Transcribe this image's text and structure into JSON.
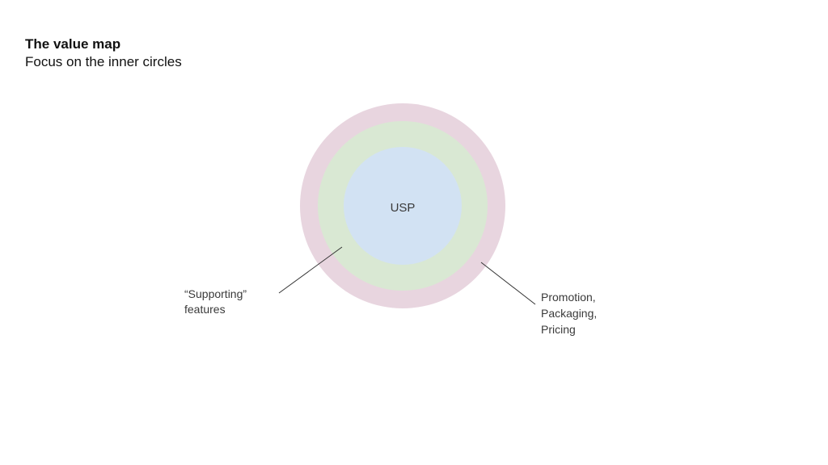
{
  "slide": {
    "title": "The value map",
    "subtitle": "Focus on the inner circles"
  },
  "diagram": {
    "rings": [
      {
        "name": "outer",
        "color": "#e8d5df"
      },
      {
        "name": "middle",
        "color": "#d9e8d3"
      },
      {
        "name": "inner",
        "color": "#d2e2f3",
        "label": "USP"
      }
    ],
    "callouts": {
      "supporting": {
        "lines": [
          "“Supporting”",
          "features"
        ]
      },
      "peripheral": {
        "lines": [
          "Promotion,",
          "Packaging,",
          "Pricing"
        ]
      }
    },
    "line_color": "#333333"
  }
}
